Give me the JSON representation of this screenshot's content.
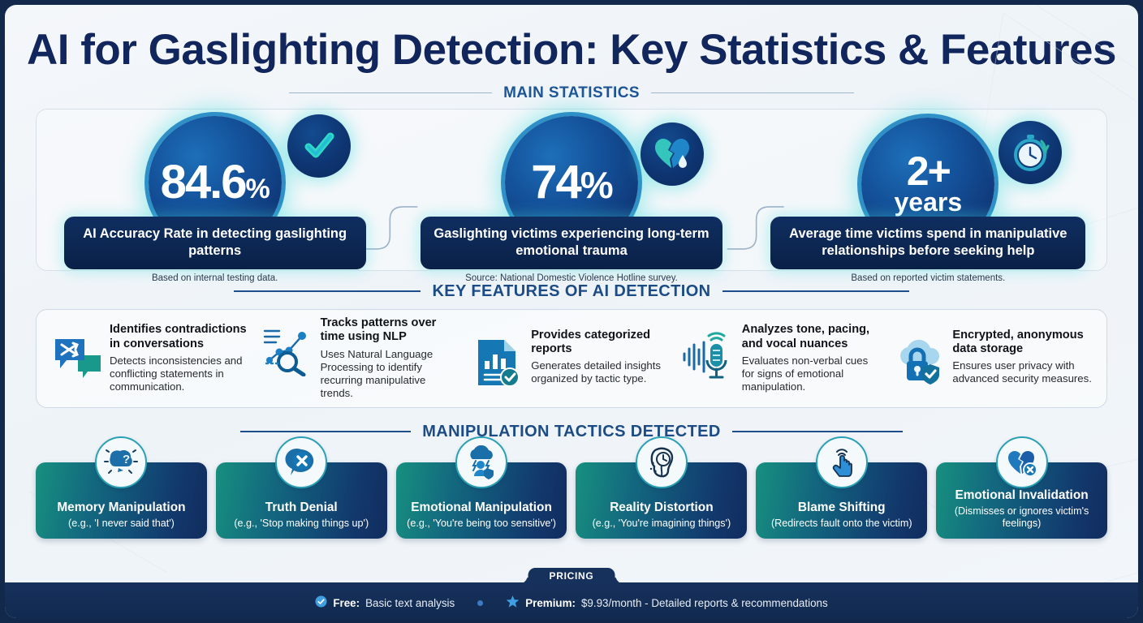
{
  "title": "AI for Gaslighting Detection: Key Statistics & Features",
  "sections": {
    "main_stats": "MAIN STATISTICS",
    "key_features": "KEY FEATURES OF AI DETECTION",
    "tactics": "MANIPULATION TACTICS DETECTED"
  },
  "colors": {
    "frame_border": "#13294b",
    "page_bg": "#f2f6fa",
    "title": "#11265c",
    "section_heading": "#1c5496",
    "circle_navy": "#14529b",
    "glow_teal": "#3cdcdc",
    "label_navy": "#0f2e60",
    "tactic_gradient_start": "#17907f",
    "tactic_gradient_end": "#112c5e",
    "footer_bg": "#16315c"
  },
  "stats": [
    {
      "value": "84.6",
      "unit": "%",
      "sub": "",
      "label": "AI Accuracy Rate in detecting gaslighting patterns",
      "source": "Based on internal testing data.",
      "icon": "check-circle-icon"
    },
    {
      "value": "74",
      "unit": "%",
      "sub": "",
      "label": "Gaslighting victims experiencing long-term emotional trauma",
      "source": "Source: National Domestic Violence Hotline survey.",
      "icon": "broken-heart-teardrop-icon"
    },
    {
      "value": "2+",
      "unit": "",
      "sub": "years",
      "label": "Average time victims spend in manipulative relationships before seeking help",
      "source": "Based on reported victim statements.",
      "icon": "stopwatch-clock-icon"
    }
  ],
  "features": [
    {
      "title": "Identifies contradictions in conversations",
      "desc": "Detects inconsistencies and conflicting statements in communication.",
      "icon": "speech-bubbles-shuffle-icon"
    },
    {
      "title": "Tracks patterns over time using NLP",
      "desc": "Uses Natural Language Processing to identify recurring manipulative trends.",
      "icon": "trend-line-magnifier-icon"
    },
    {
      "title": "Provides categorized reports",
      "desc": "Generates detailed insights organized by tactic type.",
      "icon": "bar-chart-document-check-icon"
    },
    {
      "title": "Analyzes tone, pacing, and vocal nuances",
      "desc": "Evaluates non-verbal cues for signs of emotional manipulation.",
      "icon": "microphone-waveform-icon"
    },
    {
      "title": "Encrypted, anonymous data storage",
      "desc": "Ensures user privacy with advanced security measures.",
      "icon": "cloud-lock-shield-icon"
    }
  ],
  "tactics": [
    {
      "name": "Memory Manipulation",
      "example": "(e.g., 'I never said that')",
      "icon": "brain-question-icon"
    },
    {
      "name": "Truth Denial",
      "example": "(e.g., 'Stop making things up')",
      "icon": "speech-bubble-x-icon"
    },
    {
      "name": "Emotional Manipulation",
      "example": "(e.g., 'You're being too sensitive')",
      "icon": "storm-cloud-person-icon"
    },
    {
      "name": "Reality Distortion",
      "example": "(e.g., 'You're imagining things')",
      "icon": "melting-clock-head-icon"
    },
    {
      "name": "Blame Shifting",
      "example": "(Redirects fault onto the victim)",
      "icon": "pointing-hand-icon"
    },
    {
      "name": "Emotional Invalidation",
      "example": "(Dismisses or ignores victim's feelings)",
      "icon": "broken-heart-x-icon"
    }
  ],
  "footer": {
    "tab_label": "PRICING",
    "free_label": "Free:",
    "free_text": "Basic text analysis",
    "premium_label": "Premium:",
    "premium_text": "$9.93/month - Detailed reports & recommendations",
    "free_icon": "check-badge-icon",
    "premium_icon": "star-icon"
  }
}
